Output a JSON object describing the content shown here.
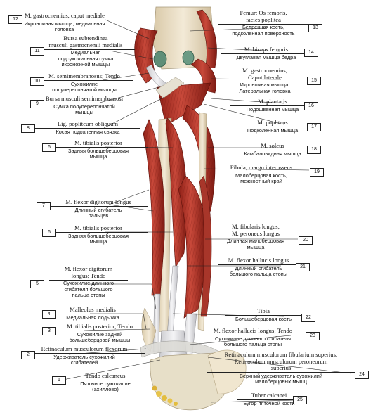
{
  "labels": [
    {
      "n": "12",
      "side": "left",
      "latin": [
        "M. gastrocnemius, caput mediale"
      ],
      "ru": [
        "Икроножная мышца, медиальная",
        "головка"
      ]
    },
    {
      "n": "11",
      "side": "left",
      "latin": [
        "Bursa subtendinea",
        "musculi gastrocnemii medialis"
      ],
      "ru": [
        "Медиальная",
        "подсухожильная сумка",
        "икроножной мышцы"
      ]
    },
    {
      "n": "10",
      "side": "left",
      "latin": [
        "M. semimembranosus; Tendo"
      ],
      "ru": [
        "Сухожилие",
        "полуперепончатой мышцы"
      ]
    },
    {
      "n": "9",
      "side": "left",
      "latin": [
        "Bursa musculi semimembranosi"
      ],
      "ru": [
        "Сумка полуперепончатой",
        "мышцы"
      ]
    },
    {
      "n": "8",
      "side": "left",
      "latin": [
        "Lig. popliteum obliquum"
      ],
      "ru": [
        "Косая подколенная связка"
      ]
    },
    {
      "n": "6",
      "side": "left",
      "latin": [
        "M. tibialis posterior"
      ],
      "ru": [
        "Задняя большеберцовая",
        "мышца"
      ]
    },
    {
      "n": "7",
      "side": "left",
      "latin": [
        "M. flexor digitorum longus"
      ],
      "ru": [
        "Длинный сгибатель",
        "пальцев"
      ]
    },
    {
      "n": "6",
      "side": "left",
      "latin": [
        "M. tibialis posterior"
      ],
      "ru": [
        "Задняя большеберцовая",
        "мышца"
      ]
    },
    {
      "n": "5",
      "side": "left",
      "latin": [
        "M. flexor digitorum",
        "longus; Tendo"
      ],
      "ru": [
        "Сухожилие длинного",
        "сгибателя большого",
        "пальца стопы"
      ]
    },
    {
      "n": "4",
      "side": "left",
      "latin": [
        "Malleolus medialis"
      ],
      "ru": [
        "Медиальная лодыжка"
      ]
    },
    {
      "n": "3",
      "side": "left",
      "latin": [
        "M. tibialis posterior; Tendo"
      ],
      "ru": [
        "Сухожилие задней",
        "большеберцовой мышцы"
      ]
    },
    {
      "n": "2",
      "side": "left",
      "latin": [
        "Retinaculum musculorum flexorum"
      ],
      "ru": [
        "Удерживатель сухожилий",
        "сгибателей"
      ]
    },
    {
      "n": "1",
      "side": "left",
      "latin": [
        "Tendo calcaneus"
      ],
      "ru": [
        "Пяточное сухожилие",
        "(ахиллово)"
      ]
    },
    {
      "n": "13",
      "side": "right",
      "latin": [
        "Femur; Os femoris,",
        "facies poplitea"
      ],
      "ru": [
        "Бедренная кость,",
        "подколенная поверхность"
      ]
    },
    {
      "n": "14",
      "side": "right",
      "latin": [
        "M. biceps femoris"
      ],
      "ru": [
        "Двуглавая мышца бедра"
      ]
    },
    {
      "n": "15",
      "side": "right",
      "latin": [
        "M. gastrocnemius,",
        "Caput laterale"
      ],
      "ru": [
        "Икроножная мышца,",
        "Латеральная головка"
      ]
    },
    {
      "n": "16",
      "side": "right",
      "latin": [
        "M. plantaris"
      ],
      "ru": [
        "Подошвенная мышца"
      ]
    },
    {
      "n": "17",
      "side": "right",
      "latin": [
        "M. popliteus"
      ],
      "ru": [
        "Подколенная мышца"
      ]
    },
    {
      "n": "18",
      "side": "right",
      "latin": [
        "M. soleus"
      ],
      "ru": [
        "Камбаловидная мышца"
      ]
    },
    {
      "n": "19",
      "side": "right",
      "latin": [
        "Fibula, margo interosseus"
      ],
      "ru": [
        "Малоберцовая кость,",
        "межкостный край"
      ]
    },
    {
      "n": "20",
      "side": "right",
      "latin": [
        "M. fibularis longus;",
        "M. peroneus longus"
      ],
      "ru": [
        "Длинная малоберцовая",
        "мышца"
      ]
    },
    {
      "n": "21",
      "side": "right",
      "latin": [
        "M. flexor hallucis longus"
      ],
      "ru": [
        "Длинный сгибатель",
        "большого пальца стопы"
      ]
    },
    {
      "n": "22",
      "side": "right",
      "latin": [
        "Tibia"
      ],
      "ru": [
        "Большеберцовая кость"
      ]
    },
    {
      "n": "23",
      "side": "right",
      "latin": [
        "M. flexor hallucis longus; Tendo"
      ],
      "ru": [
        "Сухожилие длинного сгибателя",
        "большого пальца стопы"
      ]
    },
    {
      "n": "24",
      "side": "right",
      "latin": [
        "Retinaculum musculorum fibularium superius;",
        "Retinaculum musculorum peroneorum",
        "superius"
      ],
      "ru": [
        "Верхний удерживатель сухожилий",
        "малоберцовых мышц"
      ]
    },
    {
      "n": "25",
      "side": "right",
      "latin": [
        "Tuber calcanei"
      ],
      "ru": [
        "Бугор пяточной кости"
      ]
    }
  ]
}
